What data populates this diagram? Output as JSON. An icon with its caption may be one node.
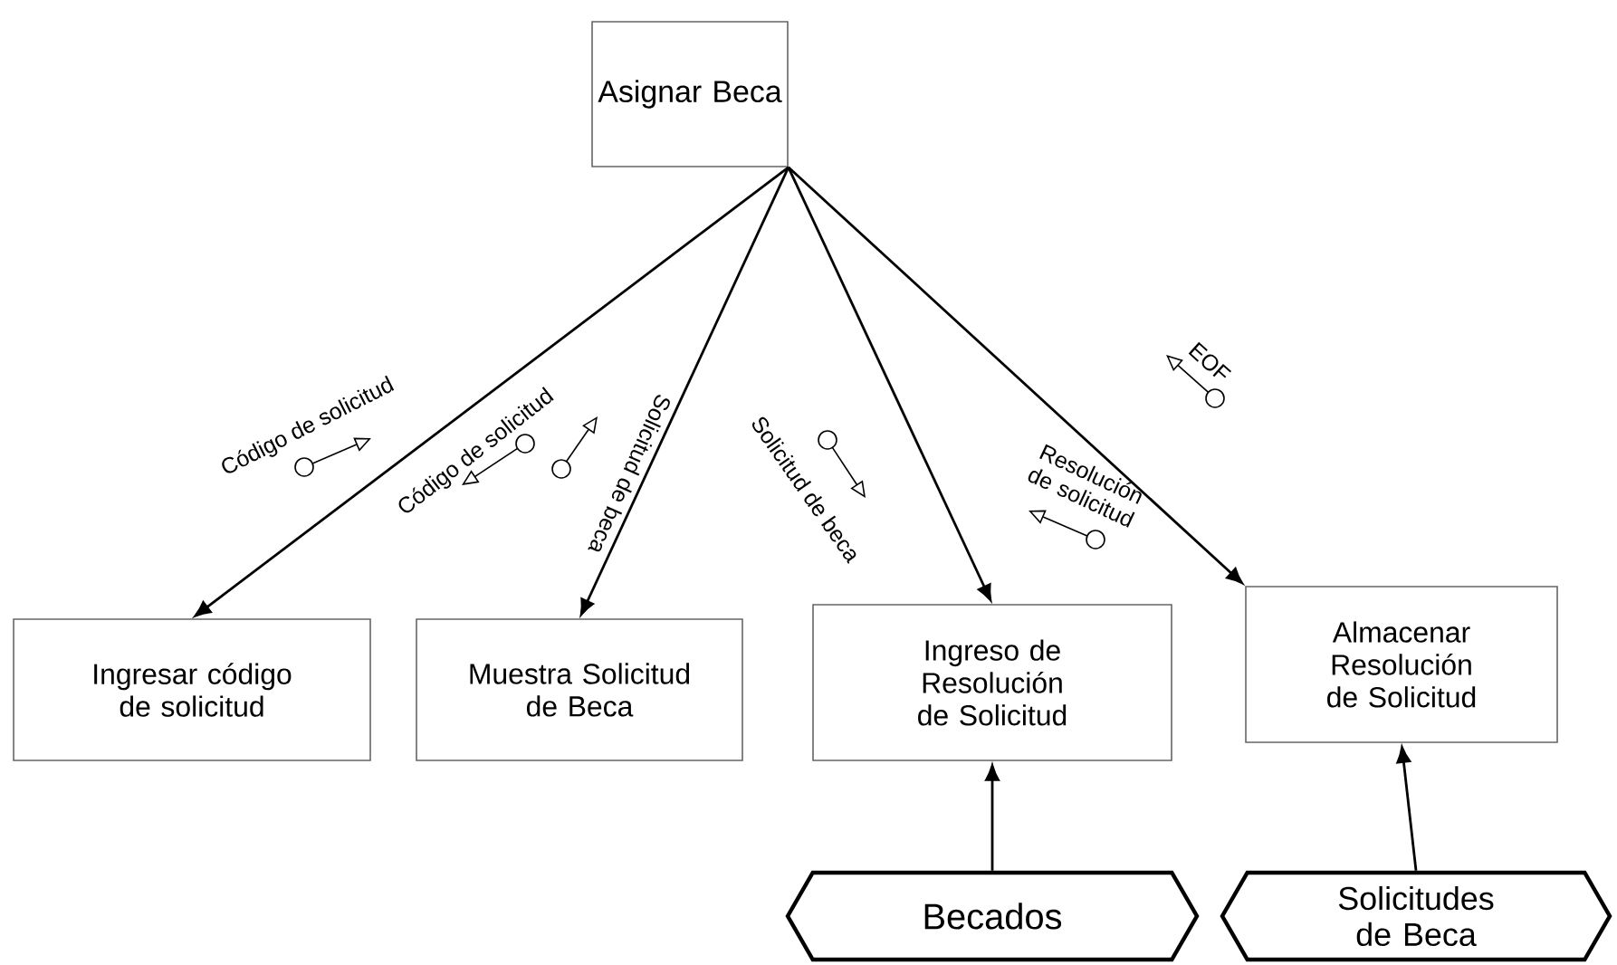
{
  "diagram": {
    "nodes": [
      {
        "text": [
          "Asignar Beca"
        ]
      },
      {
        "text": [
          "Ingresar código de solicitud"
        ]
      },
      {
        "text": [
          "Muestra Solicitud de Beca"
        ]
      },
      {
        "text": [
          "Ingreso de Resolución de Solicitud"
        ]
      },
      {
        "text": [
          "Almacenar Resolución de Solicitud"
        ]
      },
      {
        "text": [
          "Becados"
        ]
      },
      {
        "text": [
          "Solicitudes de Beca"
        ]
      }
    ],
    "edges": [
      {
        "from": 0,
        "to": 1,
        "arrow": "to"
      },
      {
        "from": 0,
        "to": 2,
        "arrow": "to"
      },
      {
        "from": 0,
        "to": 3,
        "arrow": "to"
      },
      {
        "from": 0,
        "to": 4,
        "arrow": "to"
      },
      {
        "from": 5,
        "to": 3,
        "arrow": "to"
      },
      {
        "from": 6,
        "to": 4,
        "arrow": "to"
      }
    ],
    "labels": [
      "Código de solicitud",
      "Código de solicitud",
      "Solicitud de beca",
      "Solicitud de beca",
      "EOF",
      "Resolución de solicitud"
    ]
  }
}
